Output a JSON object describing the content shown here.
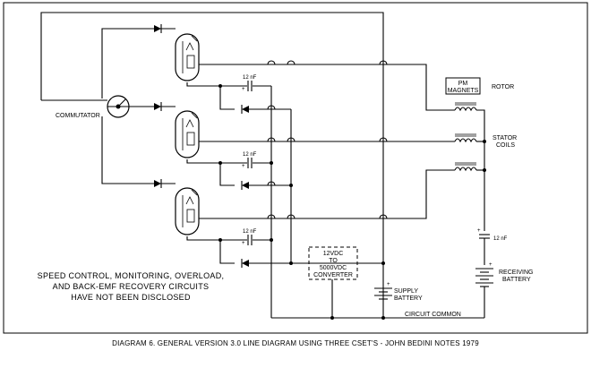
{
  "labels": {
    "commutator": "COMMUTATOR",
    "pm_magnets_1": "PM",
    "pm_magnets_2": "MAGNETS",
    "rotor": "ROTOR",
    "stator_1": "STATOR",
    "stator_2": "COILS",
    "cap_top": "12 nF",
    "cap_mid": "12 nF",
    "cap_bot": "12 nF",
    "cap_right": "12 nF",
    "converter_1": "12VDC",
    "converter_2": "TO",
    "converter_3": "5000VDC",
    "converter_4": "CONVERTER",
    "supply_1": "SUPPLY",
    "supply_2": "BATTERY",
    "receiving_1": "RECEIVING",
    "receiving_2": "BATTERY",
    "circuit_common": "CIRCUIT COMMON",
    "plus": "+",
    "minus": "-"
  },
  "notes": {
    "line1": "SPEED CONTROL, MONITORING, OVERLOAD,",
    "line2": "AND BACK-EMF RECOVERY CIRCUITS",
    "line3": "HAVE NOT BEEN DISCLOSED"
  },
  "caption": "DIAGRAM 6.  GENERAL VERSION 3.0 LINE DIAGRAM USING THREE CSET'S -  JOHN BEDINI NOTES 1979"
}
